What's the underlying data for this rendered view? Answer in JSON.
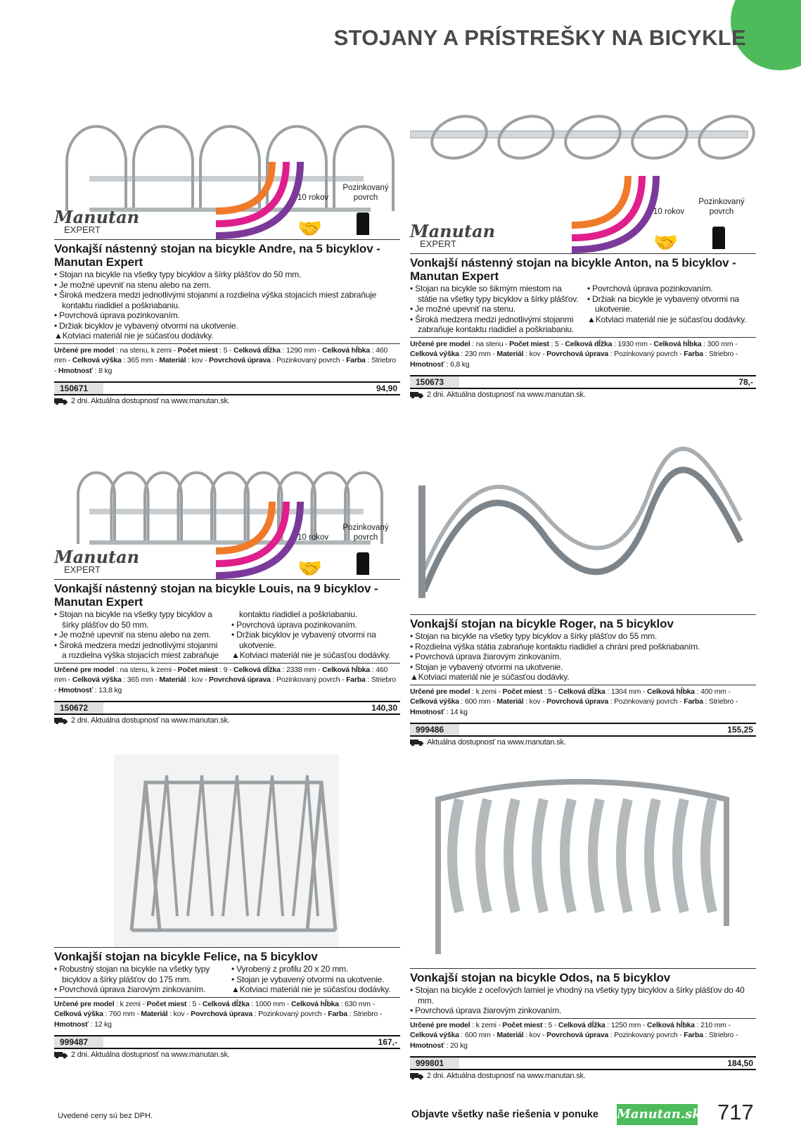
{
  "header": {
    "title": "STOJANY A PRÍSTREŠKY NA BICYKLE",
    "accent": "#4dbb5a"
  },
  "badges": {
    "warranty": "10 rokov",
    "coating": "Pozinkovaný povrch",
    "logo": "Manutan",
    "logo_sub": "EXPERT"
  },
  "products": [
    {
      "id": "andre",
      "title": "Vonkajší nástenný stojan na bicykle Andre, na 5 bicyklov - Manutan Expert",
      "expert": true,
      "two_col": false,
      "bullets": [
        "Stojan na bicykle na všetky typy bicyklov a šírky plášťov do 50 mm.",
        "Je možné upevniť na stenu alebo na zem.",
        "Široká medzera medzi jednotlivými stojanmi a rozdielna výška stojacích miest zabraňuje kontaktu riadidiel a poškriabaniu.",
        "Povrchová úprava pozinkovaním.",
        "Držiak bicyklov je vybavený otvormi na ukotvenie."
      ],
      "warning": "Kotviaci materiál nie je súčasťou dodávky.",
      "specs": [
        [
          "Určené pre model",
          "na stenu, k zemi"
        ],
        [
          "Počet miest",
          "5"
        ],
        [
          "Celková dĺžka",
          "1290 mm"
        ],
        [
          "Celková hĺbka",
          "460 mm"
        ],
        [
          "Celková výška",
          "365 mm"
        ],
        [
          "Materiál",
          "kov"
        ],
        [
          "Povrchová úprava",
          "Pozinkovaný povrch"
        ],
        [
          "Farba",
          "Striebro"
        ],
        [
          "Hmotnosť",
          "8 kg"
        ]
      ],
      "code": "150671",
      "price": "94,90",
      "delivery": "2 dni. Aktuálna dostupnosť na www.manutan.sk."
    },
    {
      "id": "anton",
      "title": "Vonkajší nástenný stojan na bicykle Anton, na 5 bicyklov - Manutan Expert",
      "expert": true,
      "two_col": true,
      "bullets": [
        "Stojan na bicykle so šikmým miestom na státie na všetky typy bicyklov a šírky plášťov.",
        "Je možné upevniť na stenu.",
        "Široká medzera medzi jednotlivými stojanmi zabraňuje kontaktu riadidiel a poškriabaniu.",
        "Povrchová úprava pozinkovaním.",
        "Držiak na bicykle je vybavený otvormi na ukotvenie."
      ],
      "warning": "Kotviaci materiál nie je súčasťou dodávky.",
      "specs": [
        [
          "Určené pre model",
          "na stenu"
        ],
        [
          "Počet miest",
          "5"
        ],
        [
          "Celková dĺžka",
          "1930 mm"
        ],
        [
          "Celková hĺbka",
          "300 mm"
        ],
        [
          "Celková výška",
          "230 mm"
        ],
        [
          "Materiál",
          "kov"
        ],
        [
          "Povrchová úprava",
          "Pozinkovaný povrch"
        ],
        [
          "Farba",
          "Striebro"
        ],
        [
          "Hmotnosť",
          "6,8 kg"
        ]
      ],
      "code": "150673",
      "price": "78,-",
      "delivery": "2 dni. Aktuálna dostupnosť na www.manutan.sk."
    },
    {
      "id": "louis",
      "title": "Vonkajší nástenný stojan na bicykle Louis, na 9 bicyklov - Manutan Expert",
      "expert": true,
      "two_col": true,
      "bullets": [
        "Stojan na bicykle na všetky typy bicyklov a šírky plášťov do 50 mm.",
        "Je možné upevniť na stenu alebo na zem.",
        "Široká medzera medzi jednotlivými stojanmi a rozdielna výška stojacích miest zabraňuje kontaktu riadidiel a poškriabaniu.",
        "Povrchová úprava pozinkovaním.",
        "Držiak bicyklov je vybavený otvormi na ukotvenie."
      ],
      "warning": "Kotviaci materiál nie je súčasťou dodávky.",
      "specs": [
        [
          "Určené pre model",
          "na stenu, k zemi"
        ],
        [
          "Počet miest",
          "9"
        ],
        [
          "Celková dĺžka",
          "2338 mm"
        ],
        [
          "Celková hĺbka",
          "460 mm"
        ],
        [
          "Celková výška",
          "365 mm"
        ],
        [
          "Materiál",
          "kov"
        ],
        [
          "Povrchová úprava",
          "Pozinkovaný povrch"
        ],
        [
          "Farba",
          "Striebro"
        ],
        [
          "Hmotnosť",
          "13,8 kg"
        ]
      ],
      "code": "150672",
      "price": "140,30",
      "delivery": "2 dni. Aktuálna dostupnosť na www.manutan.sk."
    },
    {
      "id": "roger",
      "title": "Vonkajší stojan na bicykle Roger, na 5 bicyklov",
      "expert": false,
      "two_col": false,
      "bullets": [
        "Stojan na bicykle na všetky typy bicyklov a šírky plášťov do 55 mm.",
        "Rozdielna výška státia zabraňuje kontaktu riadidiel a chráni pred poškriabaním.",
        "Povrchová úprava žiarovým zinkovaním.",
        "Stojan je vybavený otvormi na ukotvenie."
      ],
      "warning": "Kotviaci materiál nie je súčasťou dodávky.",
      "specs": [
        [
          "Určené pre model",
          "k zemi"
        ],
        [
          "Počet miest",
          "5"
        ],
        [
          "Celková dĺžka",
          "1304 mm"
        ],
        [
          "Celková hĺbka",
          "400 mm"
        ],
        [
          "Celková výška",
          "600 mm"
        ],
        [
          "Materiál",
          "kov"
        ],
        [
          "Povrchová úprava",
          "Pozinkovaný povrch"
        ],
        [
          "Farba",
          "Striebro"
        ],
        [
          "Hmotnosť",
          "14 kg"
        ]
      ],
      "code": "999486",
      "price": "155,25",
      "delivery": "Aktuálna dostupnosť na www.manutan.sk."
    },
    {
      "id": "felice",
      "title": "Vonkajší stojan na bicykle Felice, na 5 bicyklov",
      "expert": false,
      "two_col": true,
      "bullets": [
        "Robustný stojan na bicykle na všetky typy bicyklov a šírky plášťov do 175 mm.",
        "Povrchová úprava žiarovým zinkovaním.",
        "Vyrobený z profilu 20 x 20 mm.",
        "Stojan je vybavený otvormi na ukotvenie."
      ],
      "warning": "Kotviaci materiál nie je súčasťou dodávky.",
      "specs": [
        [
          "Určené pre model",
          "k zemi"
        ],
        [
          "Počet miest",
          "5"
        ],
        [
          "Celková dĺžka",
          "1000 mm"
        ],
        [
          "Celková hĺbka",
          "630 mm"
        ],
        [
          "Celková výška",
          "760 mm"
        ],
        [
          "Materiál",
          "kov"
        ],
        [
          "Povrchová úprava",
          "Pozinkovaný povrch"
        ],
        [
          "Farba",
          "Striebro"
        ],
        [
          "Hmotnosť",
          "12 kg"
        ]
      ],
      "code": "999487",
      "price": "167,-",
      "delivery": "2 dni. Aktuálna dostupnosť na www.manutan.sk."
    },
    {
      "id": "odos",
      "title": "Vonkajší stojan na bicykle Odos, na 5 bicyklov",
      "expert": false,
      "two_col": false,
      "bullets": [
        "Stojan na bicykle z oceľových lamiel je vhodný na všetky typy bicyklov a šírky plášťov do 40 mm.",
        "Povrchová úprava žiarovým zinkovaním."
      ],
      "warning": null,
      "specs": [
        [
          "Určené pre model",
          "k zemi"
        ],
        [
          "Počet miest",
          "5"
        ],
        [
          "Celková dĺžka",
          "1250 mm"
        ],
        [
          "Celková hĺbka",
          "210 mm"
        ],
        [
          "Celková výška",
          "600 mm"
        ],
        [
          "Materiál",
          "kov"
        ],
        [
          "Povrchová úprava",
          "Pozinkovaný povrch"
        ],
        [
          "Farba",
          "Striebro"
        ],
        [
          "Hmotnosť",
          "20 kg"
        ]
      ],
      "code": "999801",
      "price": "184,50",
      "delivery": "2 dni. Aktuálna dostupnosť na www.manutan.sk."
    }
  ],
  "footer": {
    "note": "Uvedené ceny sú bez DPH.",
    "cta": "Objavte všetky naše riešenia v ponuke",
    "logo": "Manutan.sk",
    "page": "717"
  }
}
